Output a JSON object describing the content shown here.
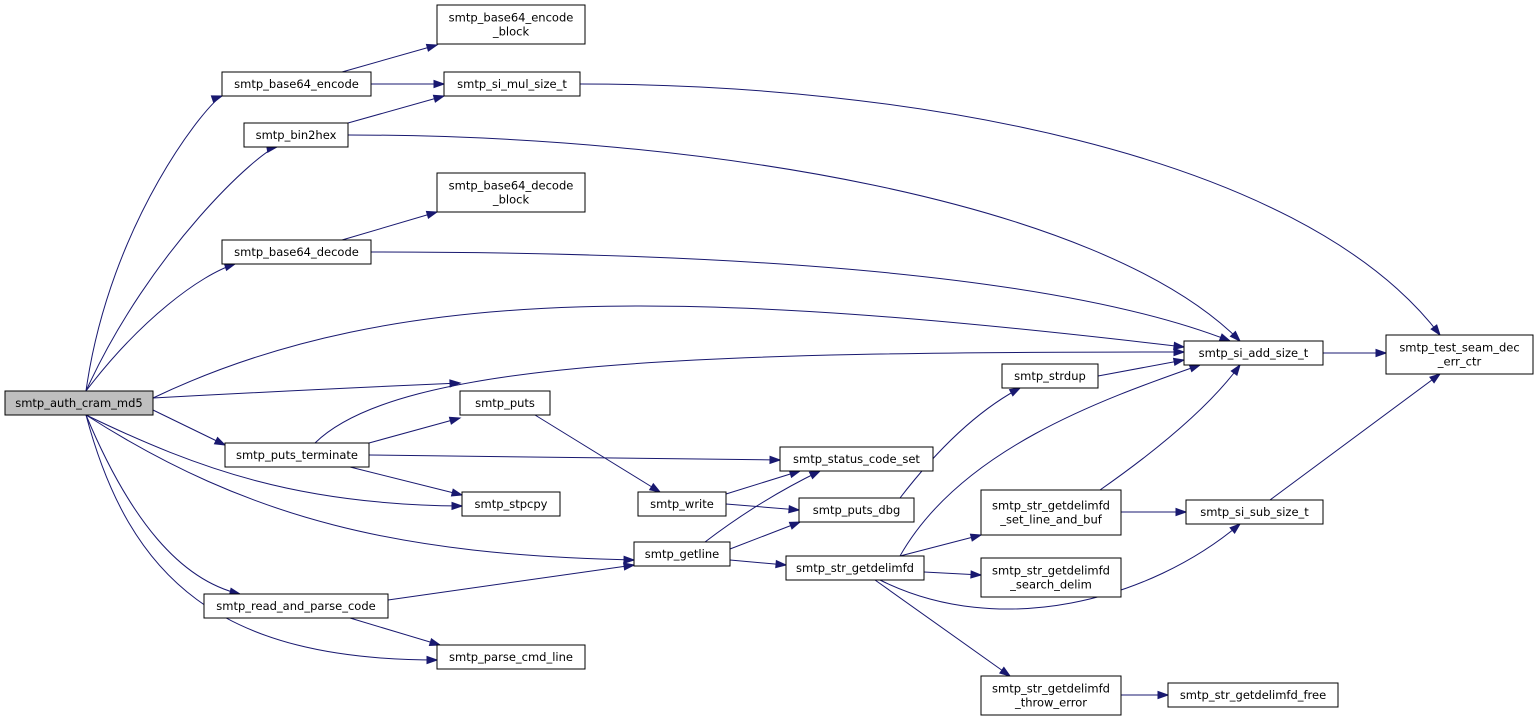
{
  "nodes": {
    "cram_md5": {
      "lines": [
        "smtp_auth_cram_md5"
      ],
      "root": true
    },
    "b64_encode": {
      "lines": [
        "smtp_base64_encode"
      ]
    },
    "b64_encode_block": {
      "lines": [
        "smtp_base64_encode",
        "_block"
      ]
    },
    "si_mul": {
      "lines": [
        "smtp_si_mul_size_t"
      ]
    },
    "bin2hex": {
      "lines": [
        "smtp_bin2hex"
      ]
    },
    "b64_decode_block": {
      "lines": [
        "smtp_base64_decode",
        "_block"
      ]
    },
    "b64_decode": {
      "lines": [
        "smtp_base64_decode"
      ]
    },
    "si_add": {
      "lines": [
        "smtp_si_add_size_t"
      ]
    },
    "test_seam": {
      "lines": [
        "smtp_test_seam_dec",
        "_err_ctr"
      ]
    },
    "puts": {
      "lines": [
        "smtp_puts"
      ]
    },
    "puts_terminate": {
      "lines": [
        "smtp_puts_terminate"
      ]
    },
    "strdup": {
      "lines": [
        "smtp_strdup"
      ]
    },
    "status_code_set": {
      "lines": [
        "smtp_status_code_set"
      ]
    },
    "stpcpy": {
      "lines": [
        "smtp_stpcpy"
      ]
    },
    "write": {
      "lines": [
        "smtp_write"
      ]
    },
    "puts_dbg": {
      "lines": [
        "smtp_puts_dbg"
      ]
    },
    "gd_set_line": {
      "lines": [
        "smtp_str_getdelimfd",
        "_set_line_and_buf"
      ]
    },
    "si_sub": {
      "lines": [
        "smtp_si_sub_size_t"
      ]
    },
    "getline": {
      "lines": [
        "smtp_getline"
      ]
    },
    "getdelimfd": {
      "lines": [
        "smtp_str_getdelimfd"
      ]
    },
    "gd_search": {
      "lines": [
        "smtp_str_getdelimfd",
        "_search_delim"
      ]
    },
    "read_parse": {
      "lines": [
        "smtp_read_and_parse_code"
      ]
    },
    "parse_cmd": {
      "lines": [
        "smtp_parse_cmd_line"
      ]
    },
    "gd_throw": {
      "lines": [
        "smtp_str_getdelimfd",
        "_throw_error"
      ]
    },
    "gd_free": {
      "lines": [
        "smtp_str_getdelimfd_free"
      ]
    }
  },
  "edges": [
    [
      "cram_md5",
      "b64_encode"
    ],
    [
      "cram_md5",
      "bin2hex"
    ],
    [
      "cram_md5",
      "b64_decode"
    ],
    [
      "cram_md5",
      "si_add"
    ],
    [
      "cram_md5",
      "puts"
    ],
    [
      "cram_md5",
      "puts_terminate"
    ],
    [
      "cram_md5",
      "stpcpy"
    ],
    [
      "cram_md5",
      "getline"
    ],
    [
      "cram_md5",
      "read_parse"
    ],
    [
      "cram_md5",
      "parse_cmd"
    ],
    [
      "b64_encode",
      "b64_encode_block"
    ],
    [
      "b64_encode",
      "si_mul"
    ],
    [
      "bin2hex",
      "si_mul"
    ],
    [
      "bin2hex",
      "si_add"
    ],
    [
      "si_mul",
      "test_seam"
    ],
    [
      "b64_decode",
      "b64_decode_block"
    ],
    [
      "b64_decode",
      "si_add"
    ],
    [
      "si_add",
      "test_seam"
    ],
    [
      "puts_terminate",
      "si_add"
    ],
    [
      "puts_terminate",
      "puts"
    ],
    [
      "puts_terminate",
      "status_code_set"
    ],
    [
      "puts_terminate",
      "stpcpy"
    ],
    [
      "puts",
      "write"
    ],
    [
      "write",
      "status_code_set"
    ],
    [
      "write",
      "puts_dbg"
    ],
    [
      "getline",
      "status_code_set"
    ],
    [
      "getline",
      "puts_dbg"
    ],
    [
      "getline",
      "getdelimfd"
    ],
    [
      "read_parse",
      "getline"
    ],
    [
      "read_parse",
      "parse_cmd"
    ],
    [
      "puts_dbg",
      "strdup"
    ],
    [
      "strdup",
      "si_add"
    ],
    [
      "getdelimfd",
      "si_add"
    ],
    [
      "getdelimfd",
      "gd_set_line"
    ],
    [
      "getdelimfd",
      "gd_search"
    ],
    [
      "getdelimfd",
      "si_sub"
    ],
    [
      "getdelimfd",
      "gd_throw"
    ],
    [
      "gd_set_line",
      "si_add"
    ],
    [
      "gd_set_line",
      "si_sub"
    ],
    [
      "si_sub",
      "test_seam"
    ],
    [
      "gd_throw",
      "gd_free"
    ]
  ]
}
